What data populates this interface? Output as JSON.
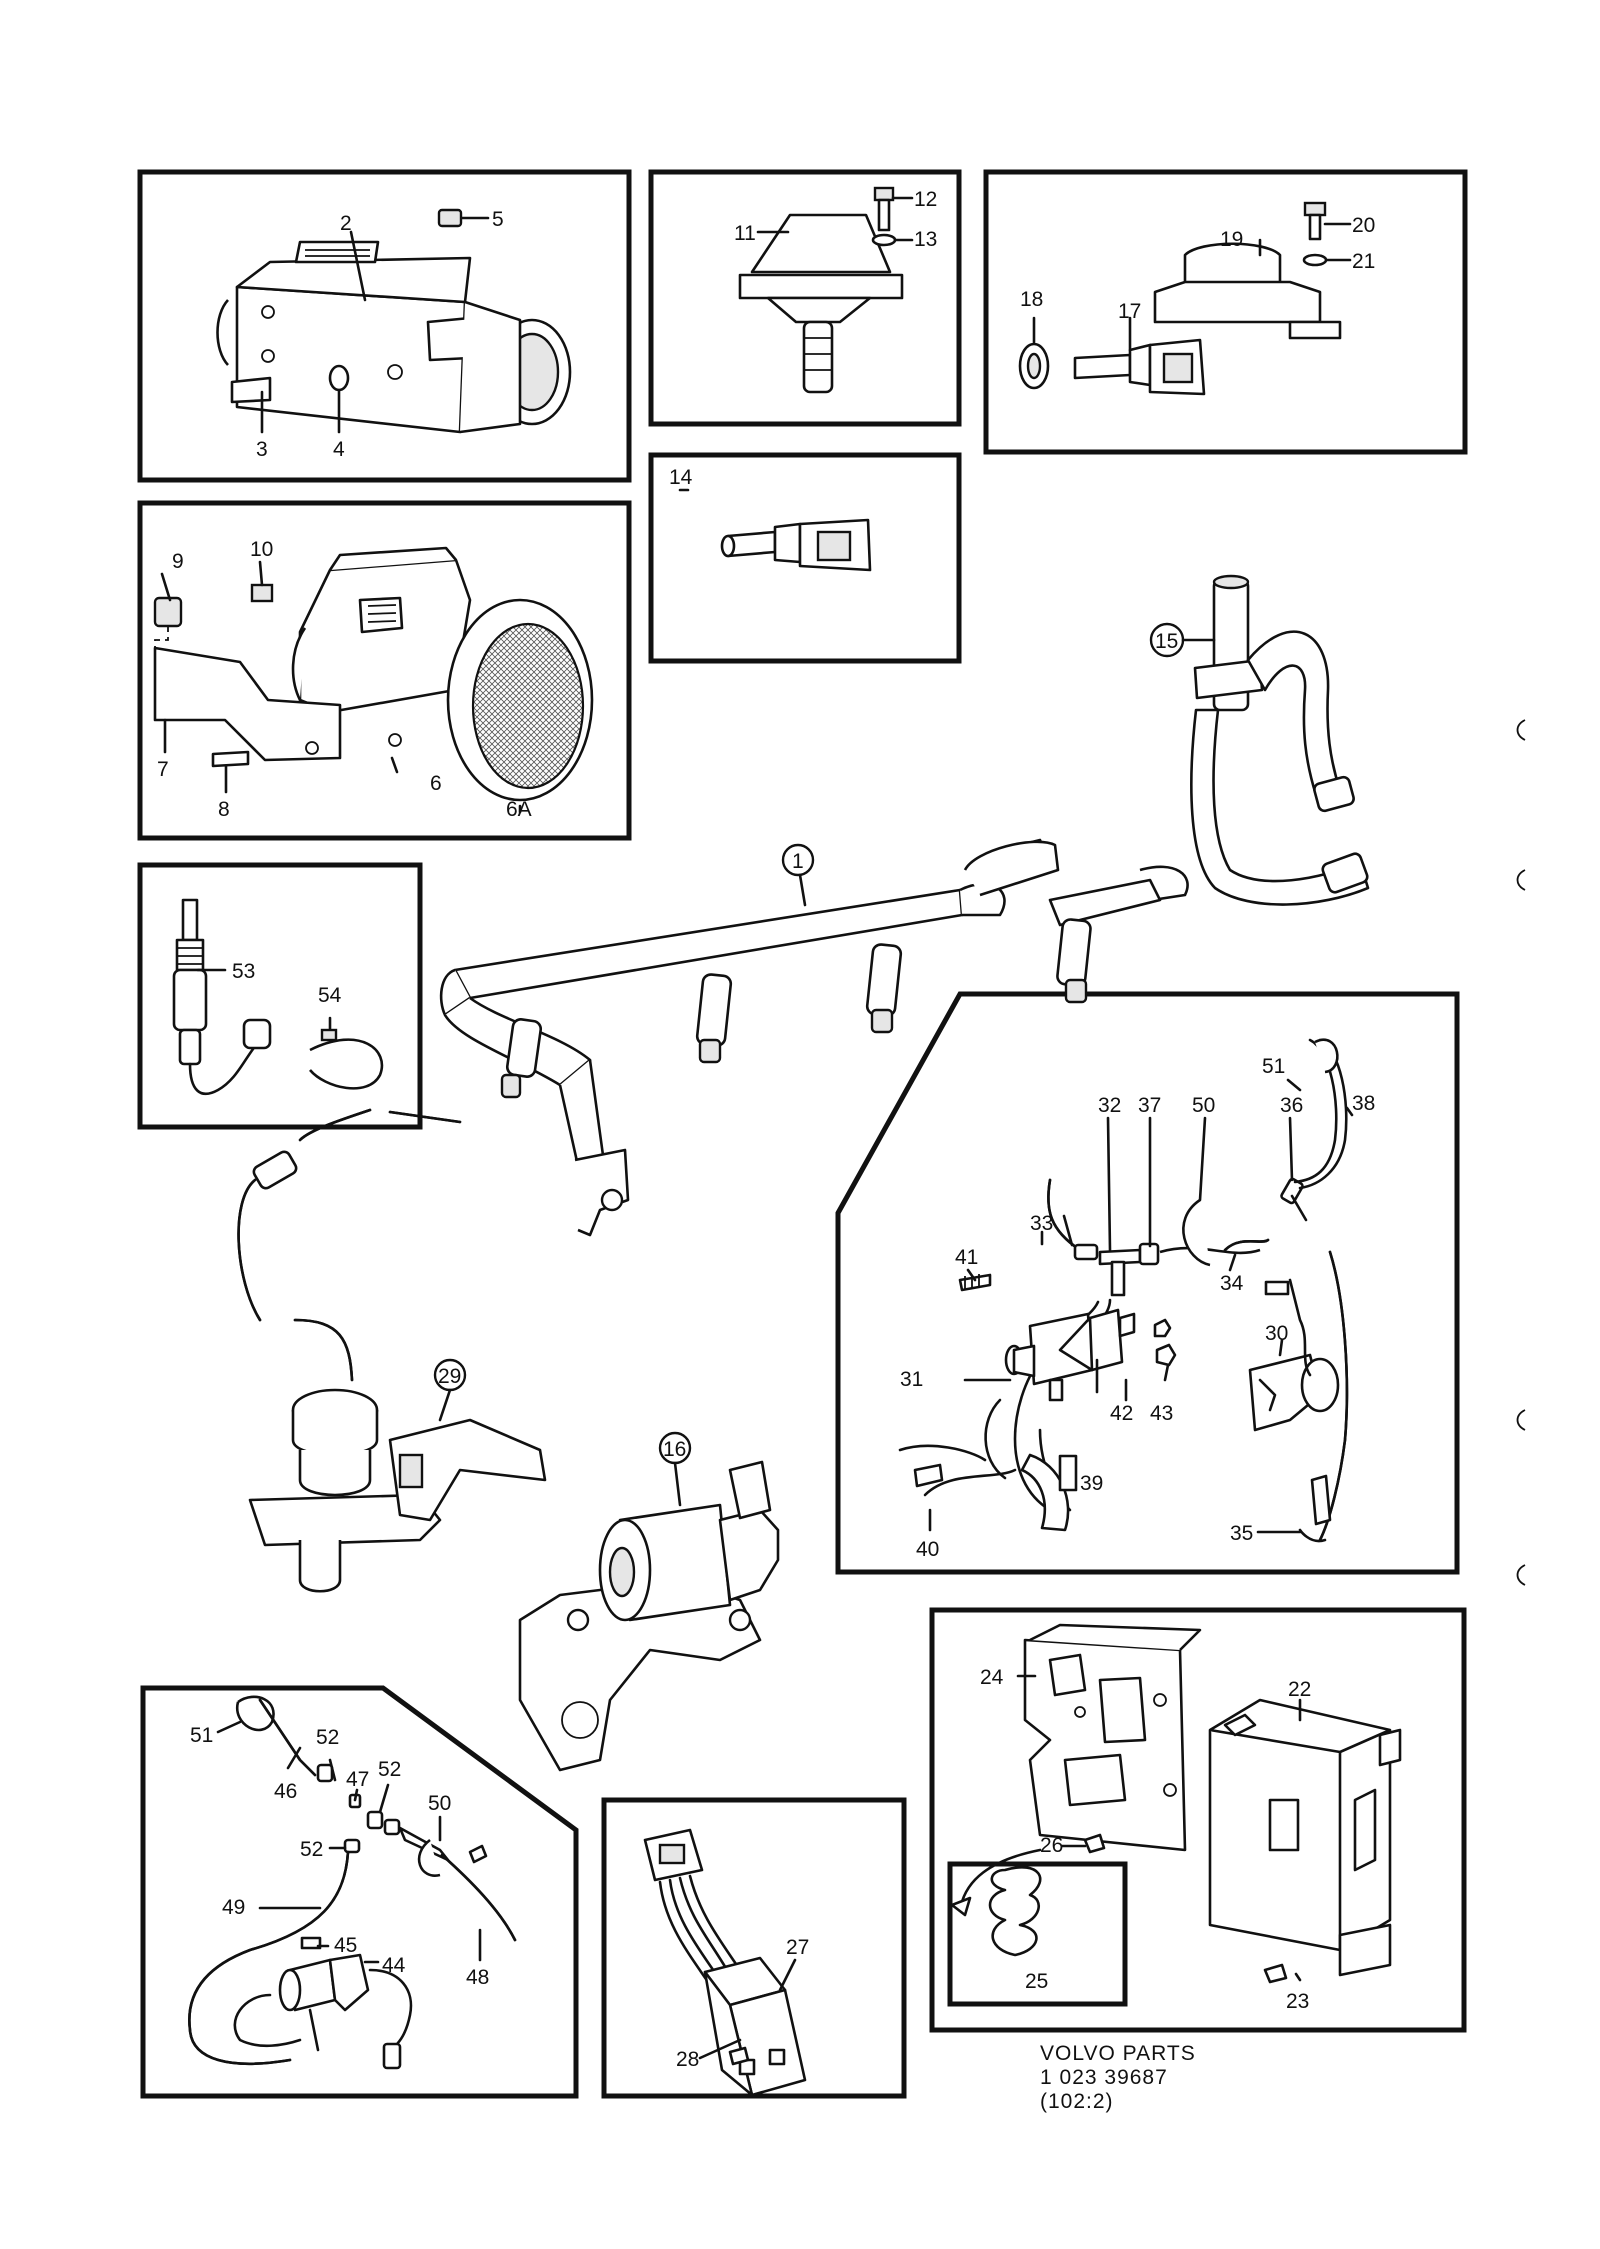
{
  "labels": {
    "l1": "1",
    "l2": "2",
    "l3": "3",
    "l4": "4",
    "l5": "5",
    "l6": "6",
    "l6a": "6A",
    "l7": "7",
    "l8": "8",
    "l9": "9",
    "l10": "10",
    "l11": "11",
    "l12": "12",
    "l13": "13",
    "l14": "14",
    "l15": "15",
    "l16": "16",
    "l17": "17",
    "l18": "18",
    "l19": "19",
    "l20": "20",
    "l21": "21",
    "l22": "22",
    "l23": "23",
    "l24": "24",
    "l25": "25",
    "l26": "26",
    "l27": "27",
    "l28": "28",
    "l29": "29",
    "l30": "30",
    "l31": "31",
    "l32": "32",
    "l33": "33",
    "l34": "34",
    "l35": "35",
    "l36": "36",
    "l37": "37",
    "l38": "38",
    "l39": "39",
    "l40": "40",
    "l41": "41",
    "l42": "42",
    "l43": "43",
    "l44": "44",
    "l45": "45",
    "l46": "46",
    "l47": "47",
    "l48": "48",
    "l49": "49",
    "l50a": "50",
    "l50b": "50",
    "l51a": "51",
    "l51b": "51",
    "l52a": "52",
    "l52b": "52",
    "l52c": "52",
    "l53": "53",
    "l54": "54"
  },
  "footer": {
    "line1": "VOLVO PARTS",
    "line2": "1 023 39687",
    "line3": "(102:2)"
  }
}
